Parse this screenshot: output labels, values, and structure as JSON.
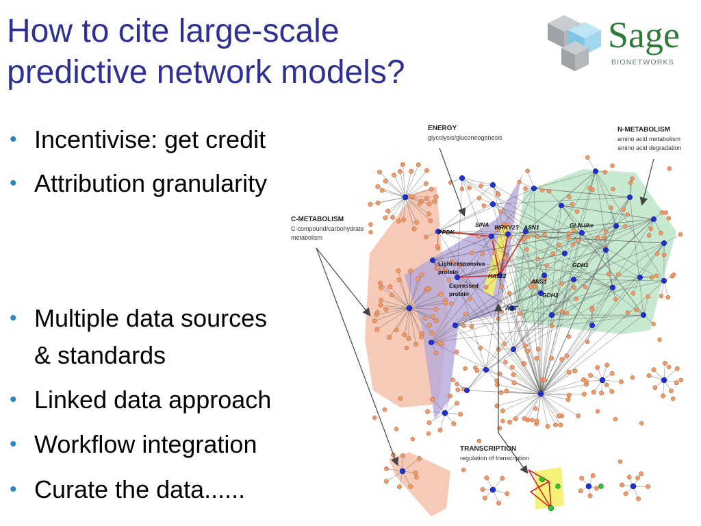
{
  "slide": {
    "title_line1": "How to cite large-scale",
    "title_line2": "predictive network models?",
    "bullets_top": [
      "Incentivise: get credit",
      "Attribution granularity"
    ],
    "bullets_bottom": [
      "Multiple data sources",
      "& standards",
      "Linked data approach",
      "Workflow integration",
      "Curate the data......"
    ]
  },
  "logo": {
    "word": "Sage",
    "subtitle": "BIONETWORKS"
  },
  "network": {
    "energy_title": "ENERGY",
    "energy_sub": "glycolysis/gluconeogenesis",
    "nmet_title": "N-METABOLISM",
    "nmet_sub1": "amino acid metabolism",
    "nmet_sub2": "amino acid degradation",
    "cmet_title": "C-METABOLISM",
    "cmet_sub1": "C-compound/carbohydrate",
    "cmet_sub2": "metabolism",
    "trans_title": "TRANSCRIPTION",
    "trans_sub": "regulation of transcription",
    "genes": {
      "sina": "SINA",
      "wrky23": "WRKY23",
      "asn1": "ASN1",
      "gln_like": "GLN-like",
      "ppdk": "PPDK",
      "light1": "Light-responsive",
      "light2": "protein",
      "hat22": "HAT22",
      "expr1": "Expressed",
      "expr2": "protein",
      "gdh1": "GDH1",
      "ans1": "ANS1",
      "gdh2": "GDH2",
      "agt": "AGT"
    },
    "colors": {
      "c_metabolism": "#f4b8a0",
      "energy": "#b5a8d8",
      "n_metabolism": "#b8e3c4",
      "highlight": "#f4f06a",
      "node_orange": "#ef9a6a",
      "node_blue": "#1f2fd0",
      "node_green": "#28c828"
    }
  }
}
